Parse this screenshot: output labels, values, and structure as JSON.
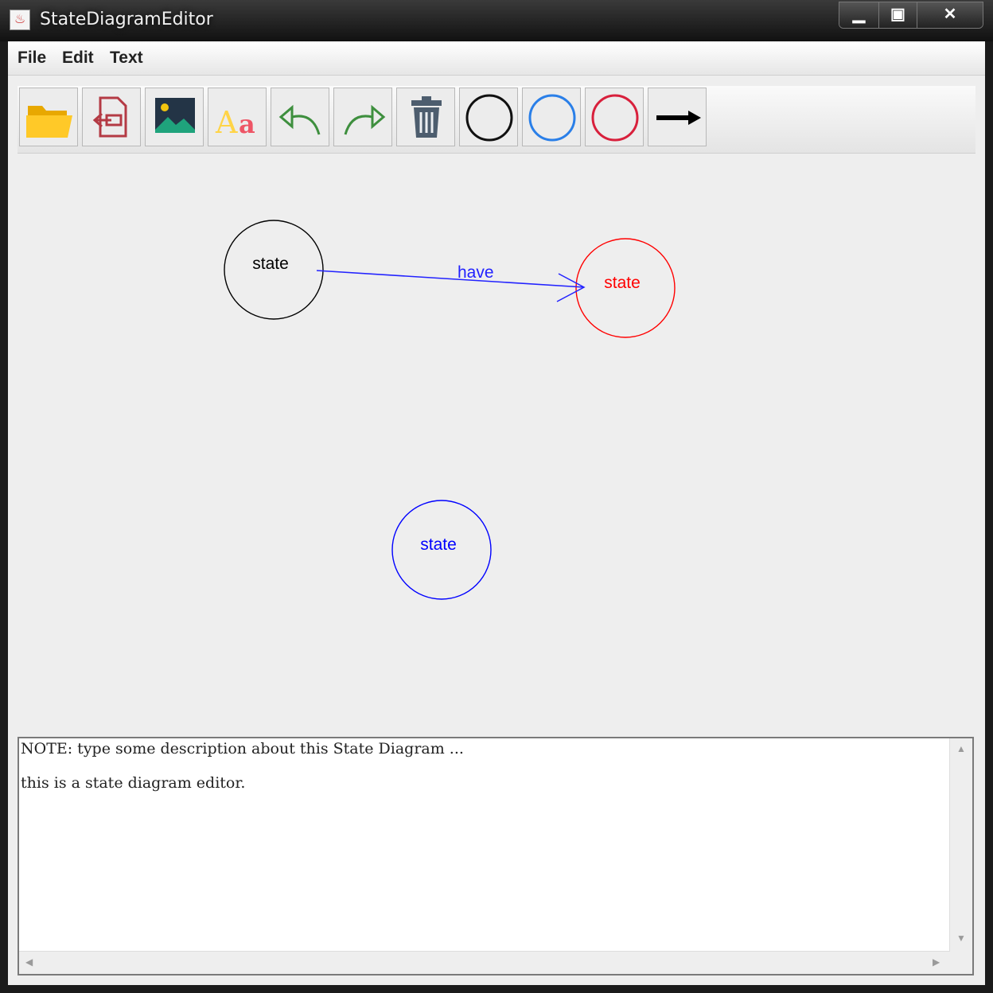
{
  "window": {
    "title": "StateDiagramEditor"
  },
  "menubar": {
    "items": [
      "File",
      "Edit",
      "Text"
    ]
  },
  "toolbar": {
    "tools": [
      {
        "icon": "open-folder-icon"
      },
      {
        "icon": "export-icon"
      },
      {
        "icon": "image-icon"
      },
      {
        "icon": "text-font-icon"
      },
      {
        "icon": "undo-icon"
      },
      {
        "icon": "redo-icon"
      },
      {
        "icon": "trash-icon"
      },
      {
        "icon": "black-circle-icon"
      },
      {
        "icon": "blue-circle-icon"
      },
      {
        "icon": "red-circle-icon"
      },
      {
        "icon": "arrow-icon"
      }
    ]
  },
  "diagram": {
    "states": [
      {
        "label": "state",
        "color": "#000000"
      },
      {
        "label": "state",
        "color": "#ff0000"
      },
      {
        "label": "state",
        "color": "#0000ff"
      }
    ],
    "transitions": [
      {
        "label": "have",
        "color": "#2222ff"
      }
    ]
  },
  "notes": {
    "lines": [
      "NOTE: type some description about this State Diagram ...",
      "this is a state diagram editor."
    ]
  }
}
